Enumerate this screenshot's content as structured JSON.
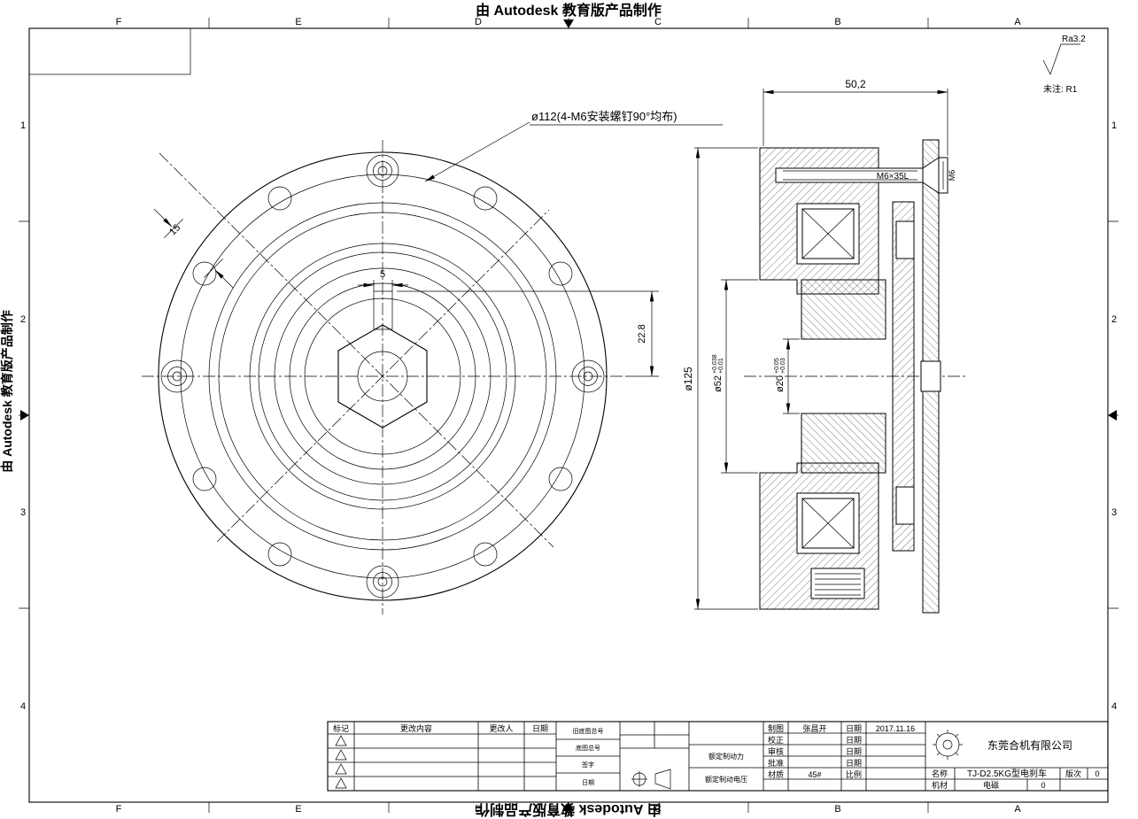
{
  "banner": {
    "top": "由 Autodesk 教育版产品制作",
    "bottom": "由 Autodesk 教育版产品制作",
    "left": "由 Autodesk 教育版产品制作"
  },
  "frame": {
    "zones_h": [
      "F",
      "E",
      "D",
      "C",
      "B",
      "A"
    ],
    "zones_v": [
      "1",
      "2",
      "3",
      "4"
    ]
  },
  "front_view": {
    "leader": "ø112(4-M6安装螺钉90°均布)",
    "dim_key_offset": "22.8",
    "dim_key_width": "5",
    "dim_ear": "15"
  },
  "section_view": {
    "dim_depth": "50,2",
    "dim_outer": "ø125",
    "bore": {
      "dia": "ø52",
      "tol_hi": "+0.038",
      "tol_lo": "+0.01"
    },
    "shaft": {
      "dia": "ø20",
      "tol_hi": "+0.05",
      "tol_lo": "+0.03"
    },
    "screw": "M6×35L",
    "screw_thread": "M6"
  },
  "notes": {
    "surface": "Ra3.2",
    "fillet": "未注: R1"
  },
  "title_block": {
    "revision": {
      "headers": [
        "标记",
        "更改内容",
        "更改人",
        "日期"
      ]
    },
    "ledger": {
      "rows": [
        "旧底图总号",
        "底图总号",
        "签字",
        "日期"
      ]
    },
    "specs": {
      "row1": "额定制动力",
      "row2": "额定制动电压"
    },
    "approval": {
      "rows": [
        {
          "label": "制图",
          "value": "张昌开",
          "label2": "日期",
          "value2": "2017.11.16"
        },
        {
          "label": "校正",
          "value": "",
          "label2": "日期",
          "value2": ""
        },
        {
          "label": "审核",
          "value": "",
          "label2": "日期",
          "value2": ""
        },
        {
          "label": "批准",
          "value": "",
          "label2": "日期",
          "value2": ""
        },
        {
          "label": "材质",
          "value": "45#",
          "label2": "比例",
          "value2": ""
        }
      ]
    },
    "product": {
      "company": "东莞合机有限公司",
      "name_label": "名称",
      "name": "TJ-D2.5KG型电刹车",
      "rev_label": "版次",
      "rev": "0",
      "mat_label": "机材",
      "mat": "电磁",
      "mat_extra": "0"
    }
  }
}
